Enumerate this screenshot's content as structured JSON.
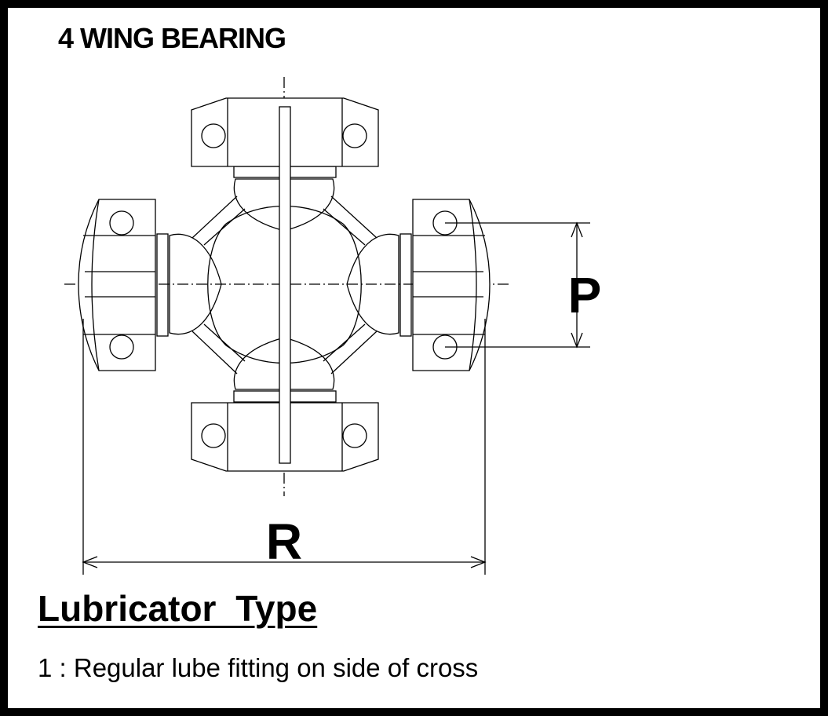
{
  "diagram": {
    "title": "4 WING BEARING",
    "dimensions": {
      "p_label": "P",
      "r_label": "R"
    }
  },
  "lubricator": {
    "heading": "Lubricator Type",
    "items": [
      "1 : Regular lube fitting on side of cross"
    ]
  },
  "colors": {
    "background": "#ffffff",
    "frame": "#000000",
    "ink": "#000000"
  }
}
